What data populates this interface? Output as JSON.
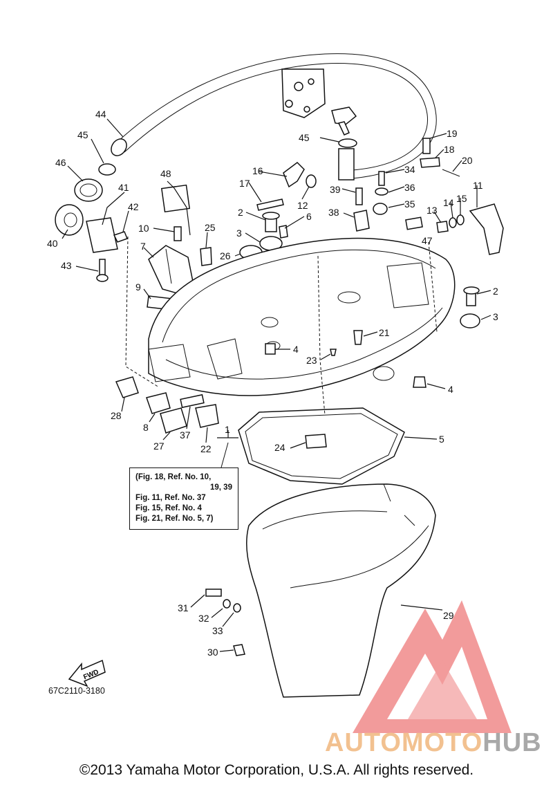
{
  "parts": [
    {
      "num": "44"
    },
    {
      "num": "45"
    },
    {
      "num": "46"
    },
    {
      "num": "41"
    },
    {
      "num": "42"
    },
    {
      "num": "40"
    },
    {
      "num": "43"
    },
    {
      "num": "48"
    },
    {
      "num": "10"
    },
    {
      "num": "7"
    },
    {
      "num": "25"
    },
    {
      "num": "9"
    },
    {
      "num": "16"
    },
    {
      "num": "17"
    },
    {
      "num": "12"
    },
    {
      "num": "2"
    },
    {
      "num": "6"
    },
    {
      "num": "3"
    },
    {
      "num": "26"
    },
    {
      "num": "45"
    },
    {
      "num": "19"
    },
    {
      "num": "18"
    },
    {
      "num": "20"
    },
    {
      "num": "34"
    },
    {
      "num": "39"
    },
    {
      "num": "36"
    },
    {
      "num": "35"
    },
    {
      "num": "38"
    },
    {
      "num": "11"
    },
    {
      "num": "13"
    },
    {
      "num": "14"
    },
    {
      "num": "15"
    },
    {
      "num": "47"
    },
    {
      "num": "2"
    },
    {
      "num": "3"
    },
    {
      "num": "21"
    },
    {
      "num": "4"
    },
    {
      "num": "23"
    },
    {
      "num": "4"
    },
    {
      "num": "28"
    },
    {
      "num": "8"
    },
    {
      "num": "27"
    },
    {
      "num": "37"
    },
    {
      "num": "22"
    },
    {
      "num": "1"
    },
    {
      "num": "24"
    },
    {
      "num": "5"
    },
    {
      "num": "29"
    },
    {
      "num": "31"
    },
    {
      "num": "32"
    },
    {
      "num": "33"
    },
    {
      "num": "30"
    }
  ],
  "reference_box": {
    "line1": "(Fig. 18, Ref. No. 10,",
    "line2": "19, 39",
    "line3": "Fig. 11, Ref. No. 37",
    "line4": "Fig. 15, Ref. No. 4",
    "line5": "Fig. 21, Ref. No. 5, 7)"
  },
  "fwd_label": "FWD",
  "diagram_code": "67C2110-3180",
  "copyright": "©2013 Yamaha Motor Corporation, U.S.A. All rights reserved.",
  "watermark": {
    "part1": "AUTOMOTO",
    "part2": "HUB"
  },
  "colors": {
    "watermark_red": "#e84a4a",
    "watermark_orange": "#f2c190",
    "watermark_gray": "#a8a8a8",
    "line": "#111111"
  }
}
